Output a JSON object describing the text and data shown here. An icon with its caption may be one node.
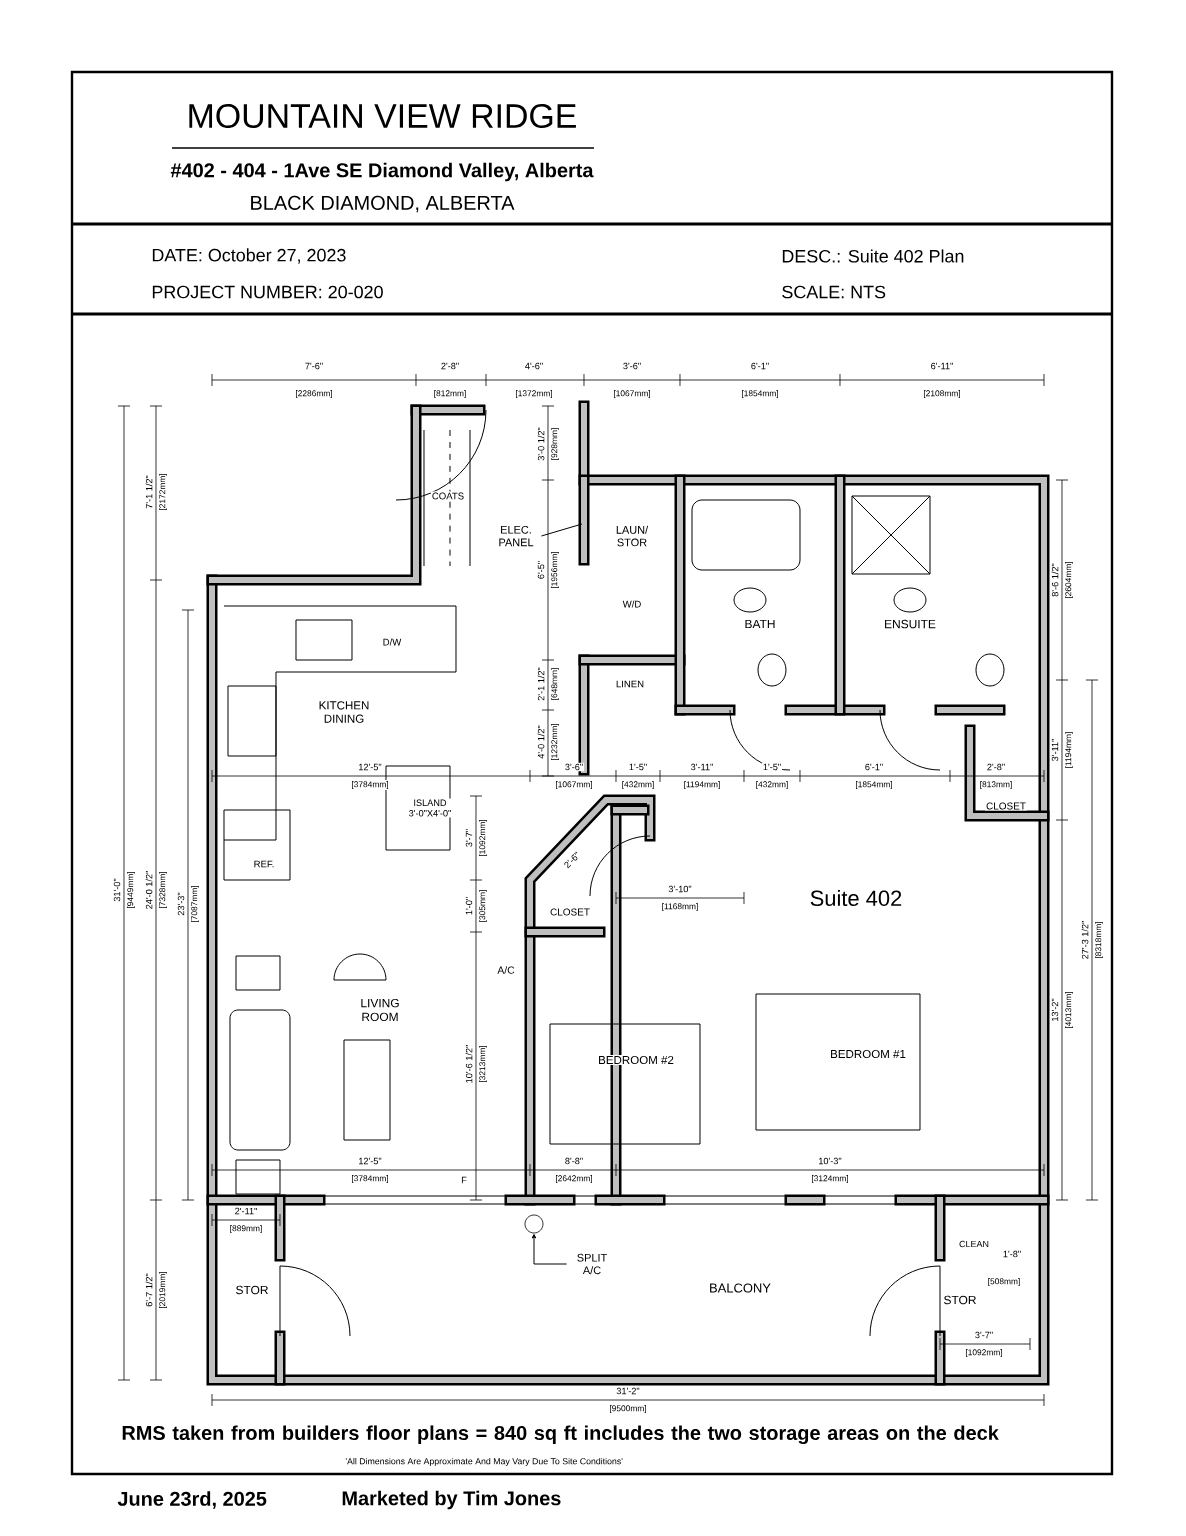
{
  "diagram": {
    "title": "MOUNTAIN VIEW RIDGE",
    "nodes": [
      {
        "text": [
          "ELEC. PANEL"
        ]
      },
      {
        "text": [
          "SPLIT A/C"
        ]
      },
      {
        "text": [],
        "shape": "circle"
      }
    ],
    "edges": [
      {
        "from": 0,
        "to": null,
        "arrow": "none"
      },
      {
        "from": 1,
        "to": 2,
        "arrow": "to"
      }
    ],
    "labels": [
      "#402 - 404 - 1Ave SE Diamond Valley, Alberta",
      "BLACK DIAMOND, ALBERTA",
      "DATE: October 27, 2023",
      "DESC.: Suite 402 Plan",
      "PROJECT NUMBER: 20-020",
      "SCALE: NTS",
      "7'-6\"",
      "[2286mm]",
      "2'-8\"",
      "[812mm]",
      "4'-6\"",
      "[1372mm]",
      "3'-6\"",
      "[1067mm]",
      "6'-1\"",
      "[1854mm]",
      "6'-11\"",
      "[2108mm]",
      "7'-1 1/2\"",
      "[2172mm]",
      "31'-0\"",
      "[9449mm]",
      "24'-0 1/2\"",
      "[7328mm]",
      "23'-3\"",
      "[7087mm]",
      "6'-7 1/2\"",
      "[2019mm]",
      "3'-0 1/2\"",
      "[928mm]",
      "6'-5\"",
      "[1956mm]",
      "2'-1 1/2\"",
      "[648mm]",
      "4'-0 1/2\"",
      "[1232mm]",
      "3'-6\"",
      "[1067mm]",
      "1'-5\"",
      "[432mm]",
      "3'-11\"",
      "[1194mm]",
      "1'-5\"",
      "[432mm]",
      "6'-1\"",
      "[1854mm]",
      "2'-8\"",
      "[813mm]",
      "12'-5\"",
      "[3784mm]",
      "ISLAND 3'-0\"X4'-0\"",
      "3'-7\"",
      "[1092mm]",
      "1'-0\"",
      "[305mm]",
      "10'-6 1/2\"",
      "[3213mm]",
      "3'-10\"",
      "[1168mm]",
      "2'-6\"",
      "8'-6 1/2\"",
      "[2604mm]",
      "3'-11\"",
      "[1194mm]",
      "27'-3 1/2\"",
      "[8318mm]",
      "13'-2\"",
      "[4013mm]",
      "12'-5\"",
      "[3784mm]",
      "F",
      "8'-8\"",
      "[2642mm]",
      "10'-3\"",
      "[3124mm]",
      "2'-11\"",
      "[889mm]",
      "1'-8\"",
      "[508mm]",
      "3'-7\"",
      "[1092mm]",
      "31'-2\"",
      "[9500mm]",
      "COATS",
      "LAUN/ STOR",
      "W/D",
      "BATH",
      "ENSUITE",
      "LINEN",
      "KITCHEN DINING",
      "D/W",
      "REF.",
      "LIVING ROOM",
      "A/C",
      "CLOSET",
      "CLOSET",
      "Suite 402",
      "BEDROOM #2",
      "BEDROOM #1",
      "STOR",
      "BALCONY",
      "STOR",
      "CLEAN",
      "RMS taken from builders floor plans = 840 sq ft includes the two storage areas on the deck",
      "'All Dimensions Are Approximate And May Vary Due To Site Conditions'",
      "June 23rd, 2025",
      "Marketed by Tim Jones"
    ]
  }
}
